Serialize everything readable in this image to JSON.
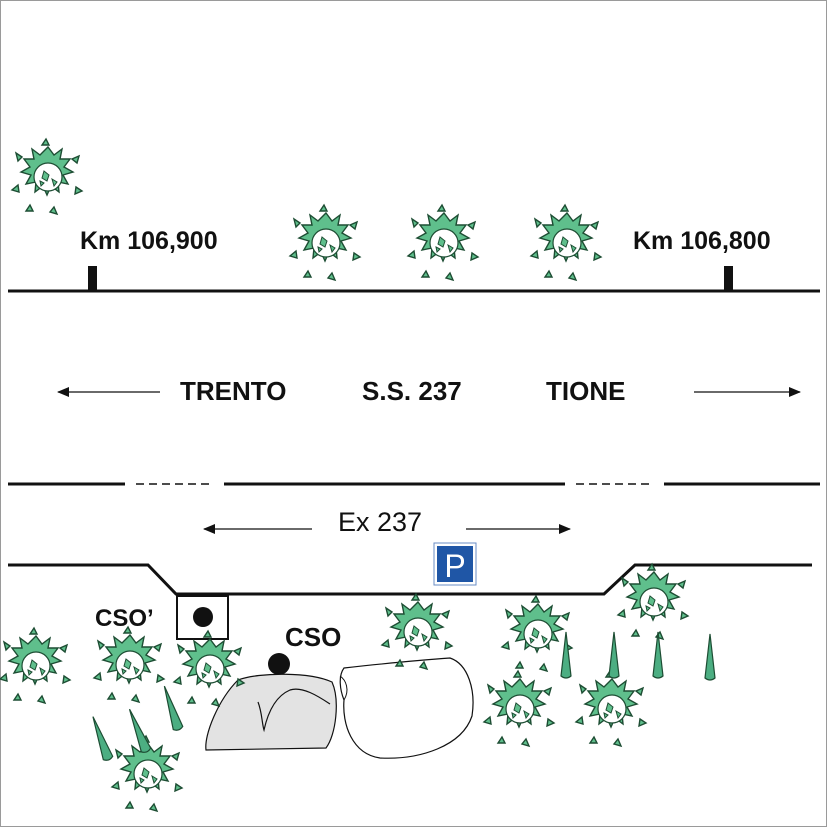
{
  "labels": {
    "km_left": "Km 106,900",
    "km_right": "Km 106,800",
    "trento": "TRENTO",
    "road": "S.S. 237",
    "tione": "TIONE",
    "ex_road": "Ex 237",
    "parking": "P",
    "cso_prime": "CSO’",
    "cso": "CSO"
  },
  "colors": {
    "tree_fill": "#5fbf8c",
    "tree_stroke": "#1d4d33",
    "spike_fill": "#4cae82",
    "rock_gray": "#e3e3e3",
    "parking_blue": "#1f56a6",
    "line": "#111111"
  },
  "icons": {
    "tree": "deciduous-tree-icon",
    "conifer": "conifer-spike-icon",
    "parking": "parking-sign-icon",
    "marker": "km-marker-icon"
  }
}
